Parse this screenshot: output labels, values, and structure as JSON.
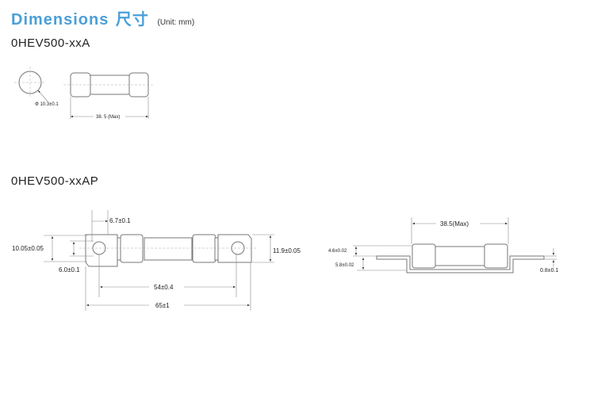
{
  "header": {
    "title": "Dimensions",
    "title_cn": "尺寸",
    "unit": "(Unit: mm)"
  },
  "models": [
    {
      "name": "0HEV500-xxA",
      "dims": {
        "diameter": "Φ 10.3±0.1",
        "length": "38. 5 (Max)"
      }
    },
    {
      "name": "0HEV500-xxAP",
      "dims": {
        "tab_width": "6.7±0.1",
        "tab_height": "10.05±0.05",
        "hole": "6.0±0.1",
        "height": "11.9±0.05",
        "hole_pitch": "54±0.4",
        "total_length": "65±1"
      },
      "side_dims": {
        "length": "38.5(Max)",
        "offset_top": "4.6±0.02",
        "offset_bottom": "5.8±0.02",
        "lead_thickness": "0.8±0.1"
      }
    }
  ]
}
